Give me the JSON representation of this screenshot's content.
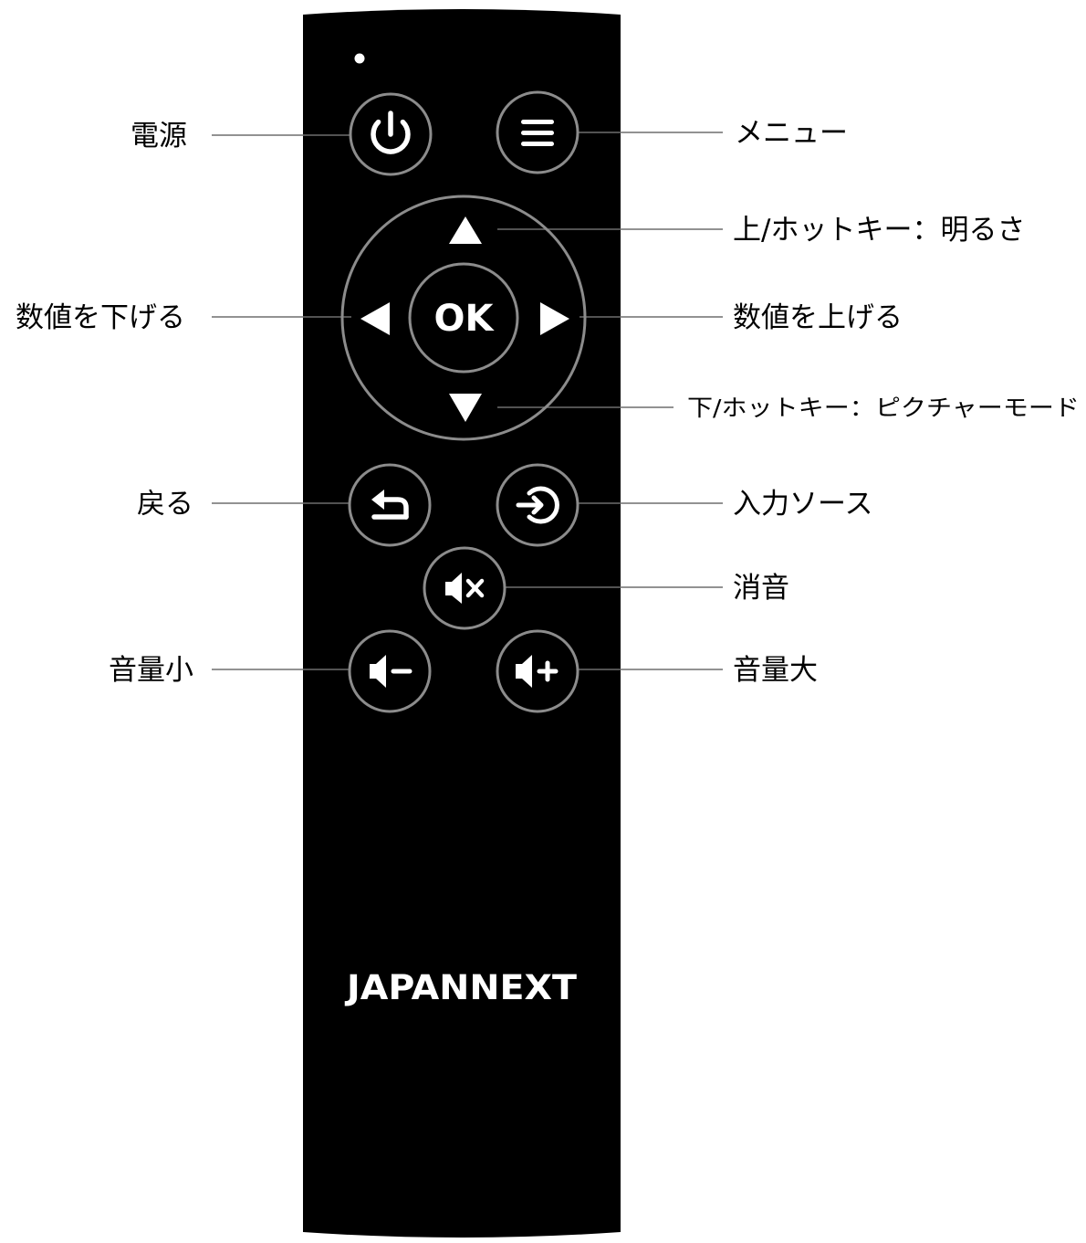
{
  "remote": {
    "body_color": "#000000",
    "ring_color": "#8c8c8c",
    "brand_logo": "JAPANNEXT",
    "indicator": "led-dot",
    "ok_label": "OK"
  },
  "buttons": {
    "power": {
      "icon": "power-icon"
    },
    "menu": {
      "icon": "menu-icon"
    },
    "up": {
      "icon": "triangle-up-icon"
    },
    "down": {
      "icon": "triangle-down-icon"
    },
    "left": {
      "icon": "triangle-left-icon"
    },
    "right": {
      "icon": "triangle-right-icon"
    },
    "back": {
      "icon": "return-icon"
    },
    "input": {
      "icon": "input-source-icon"
    },
    "mute": {
      "icon": "speaker-mute-icon"
    },
    "vol_down": {
      "icon": "speaker-minus-icon"
    },
    "vol_up": {
      "icon": "speaker-plus-icon"
    }
  },
  "labels": {
    "power": "電源",
    "menu": "メニュー",
    "up": "上/ホットキー：明るさ",
    "left": "数値を下げる",
    "right": "数値を上げる",
    "down": "下/ホットキー：ピクチャーモード",
    "back": "戻る",
    "input": "入力ソース",
    "mute": "消音",
    "vol_down": "音量小",
    "vol_up": "音量大"
  },
  "leader_color": "#6e6e6e"
}
